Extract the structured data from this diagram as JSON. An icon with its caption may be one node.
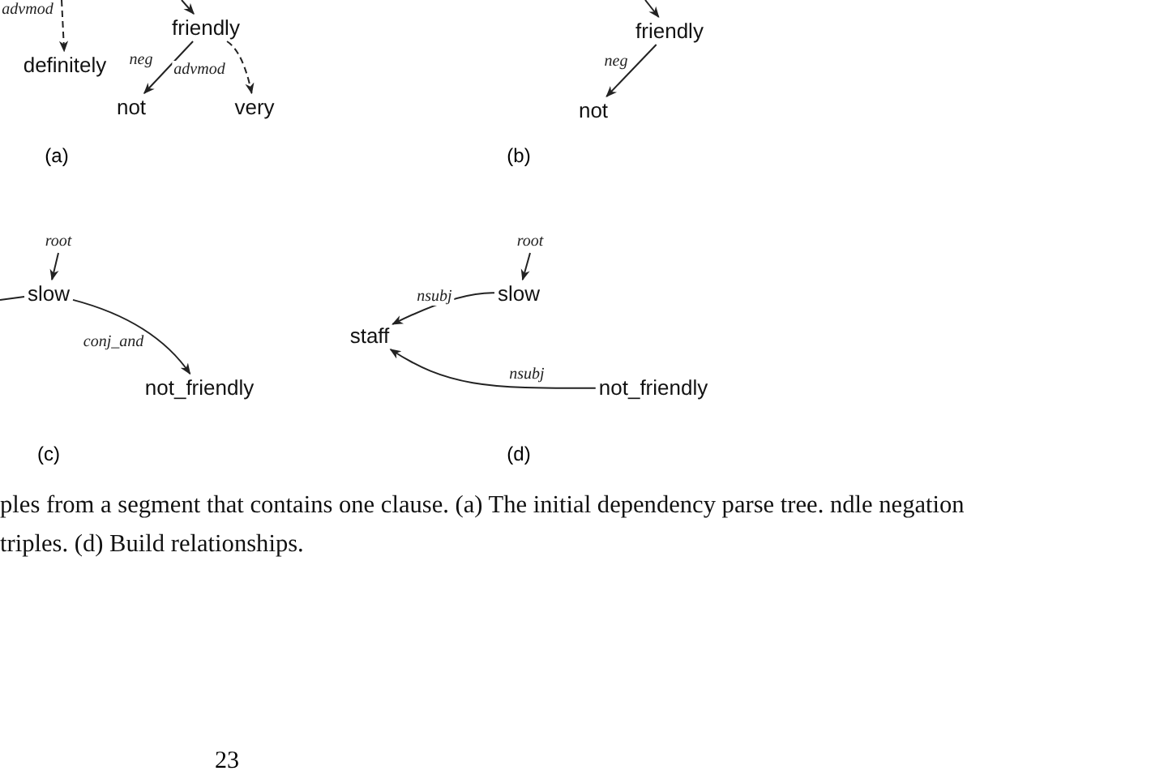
{
  "diagram": {
    "caption": "ples from a segment that contains one clause. (a) The initial dependency parse tree. ndle negation triples. (d) Build relationships.",
    "nodes": [
      {
        "text": [
          "definitely"
        ]
      },
      {
        "text": [
          "friendly"
        ]
      },
      {
        "text": [
          "not"
        ]
      },
      {
        "text": [
          "very"
        ]
      },
      {
        "text": [
          "friendly"
        ]
      },
      {
        "text": [
          "not"
        ]
      },
      {
        "text": [
          "slow"
        ]
      },
      {
        "text": [
          "not_friendly"
        ]
      },
      {
        "text": [
          "slow"
        ]
      },
      {
        "text": [
          "staff"
        ]
      },
      {
        "text": [
          "not_friendly"
        ]
      }
    ],
    "edges": [
      {
        "from": null,
        "to": 0,
        "arrow": "to",
        "label": "advmod",
        "style": "dashed"
      },
      {
        "from": null,
        "to": 1,
        "arrow": "to"
      },
      {
        "from": 1,
        "to": 2,
        "arrow": "to",
        "label": "neg"
      },
      {
        "from": 1,
        "to": 3,
        "arrow": "to",
        "label": "advmod",
        "style": "dashed"
      },
      {
        "from": null,
        "to": 4,
        "arrow": "to"
      },
      {
        "from": 4,
        "to": 5,
        "arrow": "to",
        "label": "neg"
      },
      {
        "from": null,
        "to": 6,
        "arrow": "to",
        "label": "root"
      },
      {
        "from": null,
        "to": 6,
        "arrow": "none"
      },
      {
        "from": 6,
        "to": 7,
        "arrow": "to",
        "label": "conj_and"
      },
      {
        "from": null,
        "to": 8,
        "arrow": "to",
        "label": "root"
      },
      {
        "from": 8,
        "to": 9,
        "arrow": "to",
        "label": "nsubj"
      },
      {
        "from": 10,
        "to": 9,
        "arrow": "to",
        "label": "nsubj"
      }
    ],
    "labels": [
      "(a)",
      "(b)",
      "(c)",
      "(d)",
      "23"
    ]
  }
}
